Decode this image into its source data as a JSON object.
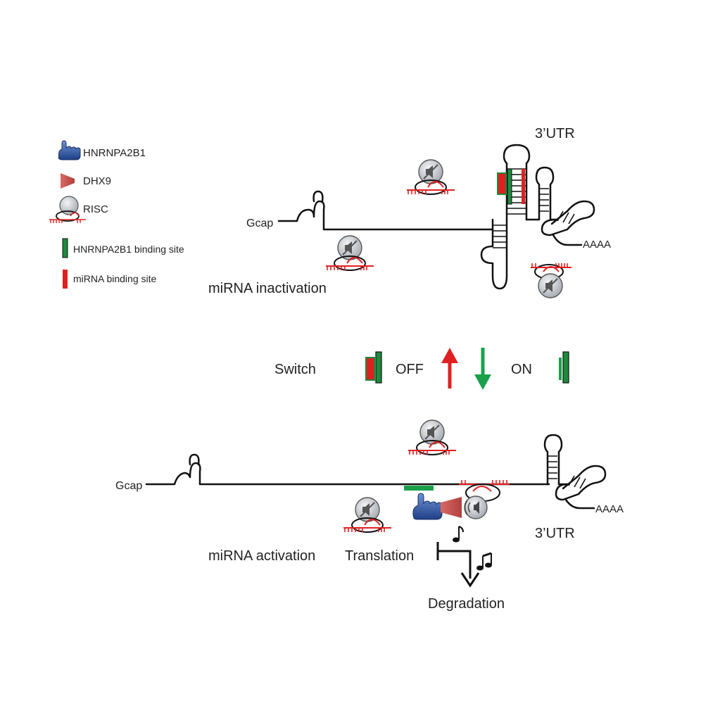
{
  "legend": {
    "hnrnpa2b1": "HNRNPA2B1",
    "dhx9": "DHX9",
    "risc": "RISC",
    "hnrnpa2b1_site": "HNRNPA2B1 binding site",
    "mirna_site": "miRNA binding site"
  },
  "top_panel": {
    "title": "miRNA inactivation",
    "utr_label": "3’UTR",
    "cap_label": "Gcap",
    "polya_label": "AAAA"
  },
  "switch": {
    "label": "Switch",
    "off_label": "OFF",
    "on_label": "ON"
  },
  "bottom_panel": {
    "title": "miRNA activation",
    "utr_label": "3’UTR",
    "cap_label": "Gcap",
    "polya_label": "AAAA",
    "translation_label": "Translation",
    "degradation_label": "Degradation"
  },
  "colors": {
    "hnrnpa2b1_site": "#1e8a3c",
    "mirna_site": "#e02020",
    "hnrnpa2b1_protein": "#2f5aa8",
    "dhx9_protein": "#c0504d",
    "risc_body": "#cfd3d8",
    "arrow_up": "#e02020",
    "arrow_down": "#1aa04a"
  },
  "icons": {
    "hnrnpa2b1": "hand-icon",
    "dhx9": "wedge-icon",
    "risc_muted": "speaker-muted-icon",
    "risc_active": "speaker-on-icon",
    "music": "music-note-icon"
  }
}
